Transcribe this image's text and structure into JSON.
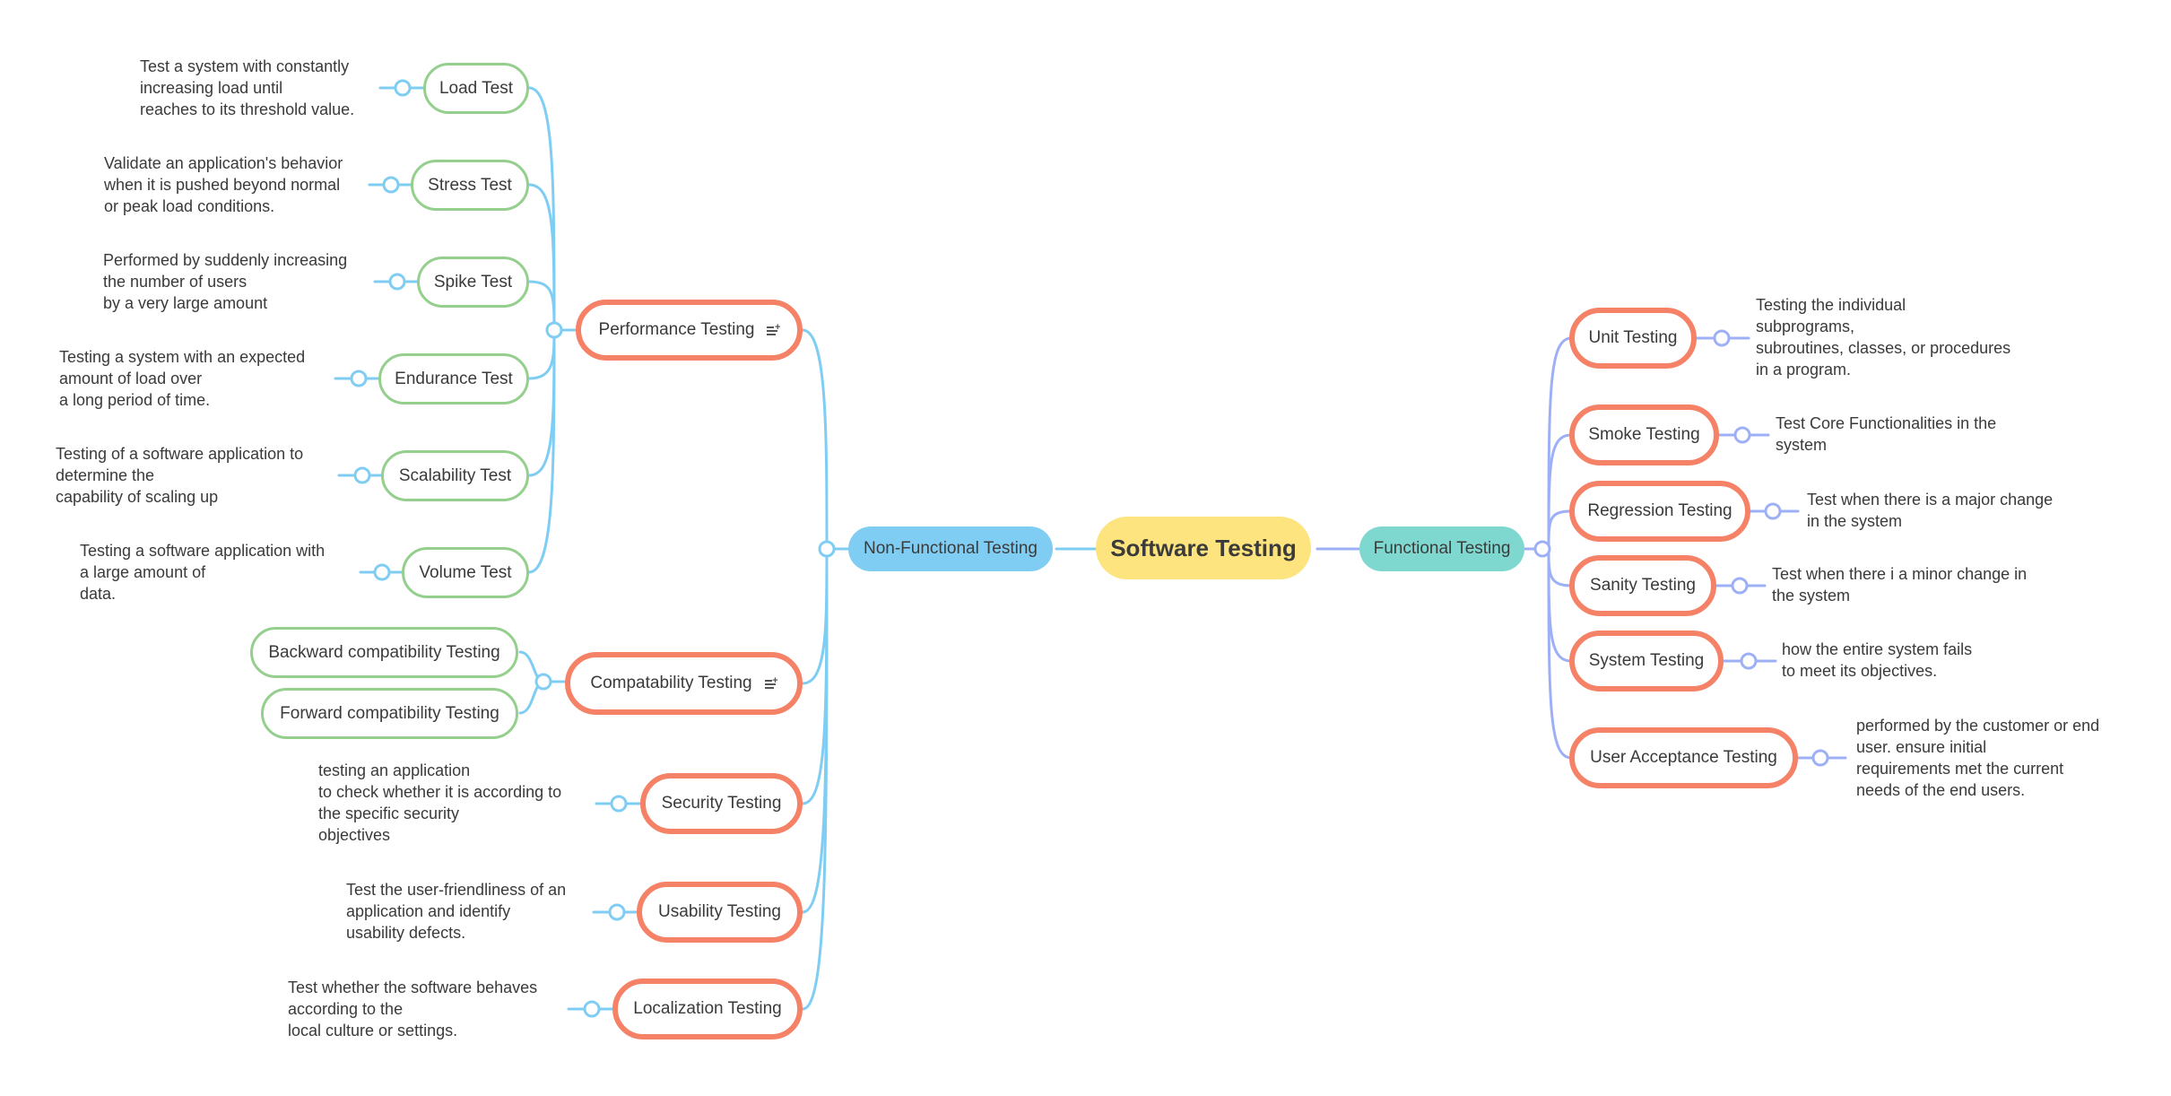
{
  "root": {
    "label": "Software Testing"
  },
  "non_functional": {
    "label": "Non-Functional Testing",
    "children": {
      "performance": {
        "label": "Performance Testing",
        "icon": "notes-icon",
        "children": {
          "load": {
            "label": "Load Test",
            "note": "Test a system with constantly\nincreasing load until\nreaches to its threshold value."
          },
          "stress": {
            "label": "Stress Test",
            "note": "Validate an application's behavior\nwhen it is pushed beyond normal\nor peak load conditions."
          },
          "spike": {
            "label": "Spike Test",
            "note": "Performed by suddenly increasing\nthe number of users\nby a very large amount"
          },
          "endurance": {
            "label": "Endurance Test",
            "note": "Testing a system with an expected\namount of load over\na long period of time."
          },
          "scalability": {
            "label": "Scalability Test",
            "note": "Testing of a software application to\ndetermine the\ncapability of scaling up"
          },
          "volume": {
            "label": "Volume Test",
            "note": "Testing a software application with\na large amount of\ndata."
          }
        }
      },
      "compatability": {
        "label": "Compatability Testing",
        "icon": "notes-icon",
        "children": {
          "backward": {
            "label": "Backward compatibility Testing"
          },
          "forward": {
            "label": "Forward compatibility Testing"
          }
        }
      },
      "security": {
        "label": "Security Testing",
        "note": "testing an application\nto check whether it is according to\nthe specific security\nobjectives"
      },
      "usability": {
        "label": "Usability Testing",
        "note": "Test the user-friendliness of an\napplication and identify\nusability defects."
      },
      "localization": {
        "label": "Localization Testing",
        "note": "Test whether the software behaves\naccording to the\nlocal culture or settings."
      }
    }
  },
  "functional": {
    "label": "Functional Testing",
    "children": {
      "unit": {
        "label": "Unit Testing",
        "note": "Testing the individual\nsubprograms,\nsubroutines, classes, or procedures\nin a program."
      },
      "smoke": {
        "label": "Smoke Testing",
        "note": "Test Core Functionalities in the\nsystem"
      },
      "regression": {
        "label": "Regression Testing",
        "note": "Test when there is a major change\nin the system"
      },
      "sanity": {
        "label": "Sanity Testing",
        "note": "Test when there i a minor change in\nthe system"
      },
      "system": {
        "label": "System Testing",
        "note": "how the entire system fails\nto meet its objectives."
      },
      "uat": {
        "label": "User Acceptance Testing",
        "note": "performed by the customer or end\nuser. ensure initial\nrequirements met the current\nneeds of the end users."
      }
    }
  },
  "colors": {
    "root_fill": "#fde47e",
    "non_functional_fill": "#7fcdf3",
    "functional_fill": "#7fd8cf",
    "topic_border": "#f58166",
    "subtopic_border": "#95cf8d",
    "non_functional_line": "#7fcdf3",
    "functional_line": "#9db0f5"
  }
}
